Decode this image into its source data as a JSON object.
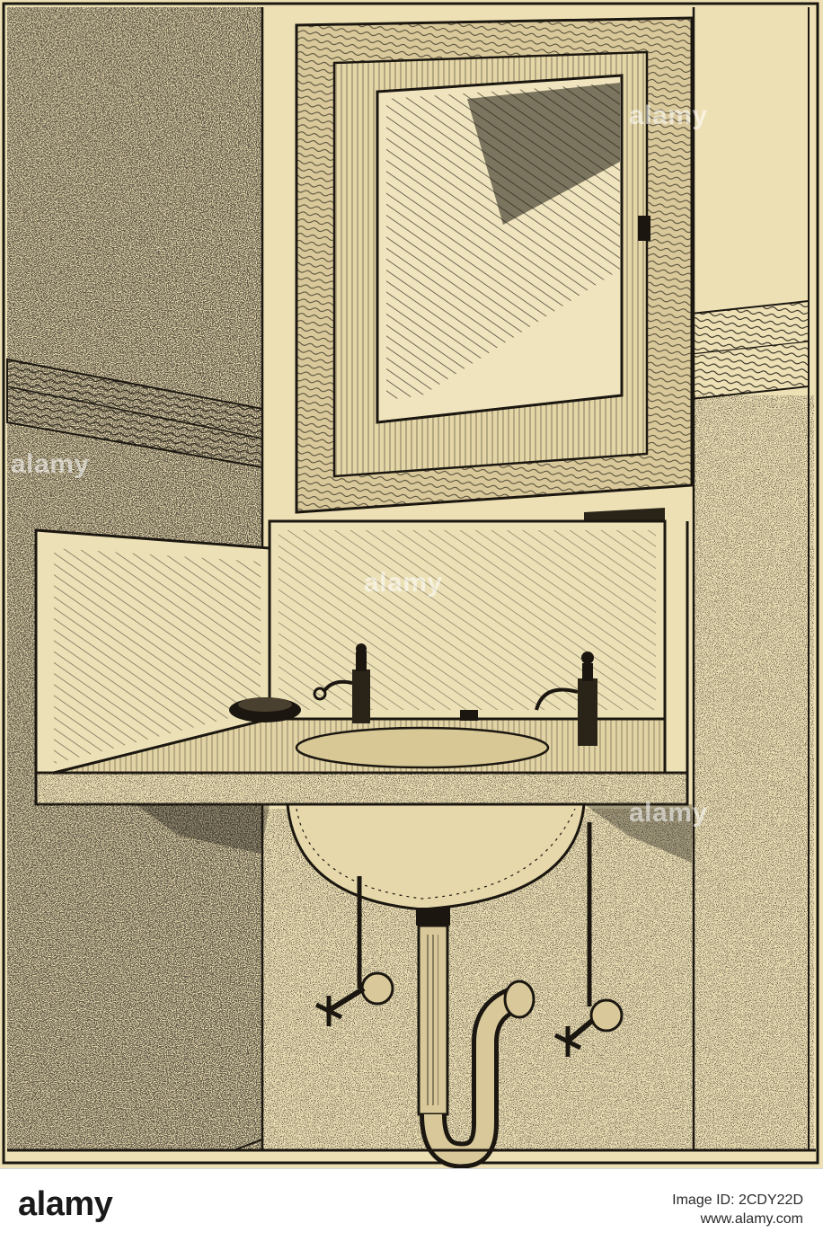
{
  "footer": {
    "brand": "alamy",
    "image_id_label": "Image ID: 2CDY22D",
    "url": "www.alamy.com"
  },
  "watermarks": [
    "alamy",
    "alamy",
    "alamy",
    "alamy"
  ],
  "colors": {
    "paper": "#ede0b5",
    "ink": "#1b1710",
    "footer_bg": "#ffffff"
  }
}
